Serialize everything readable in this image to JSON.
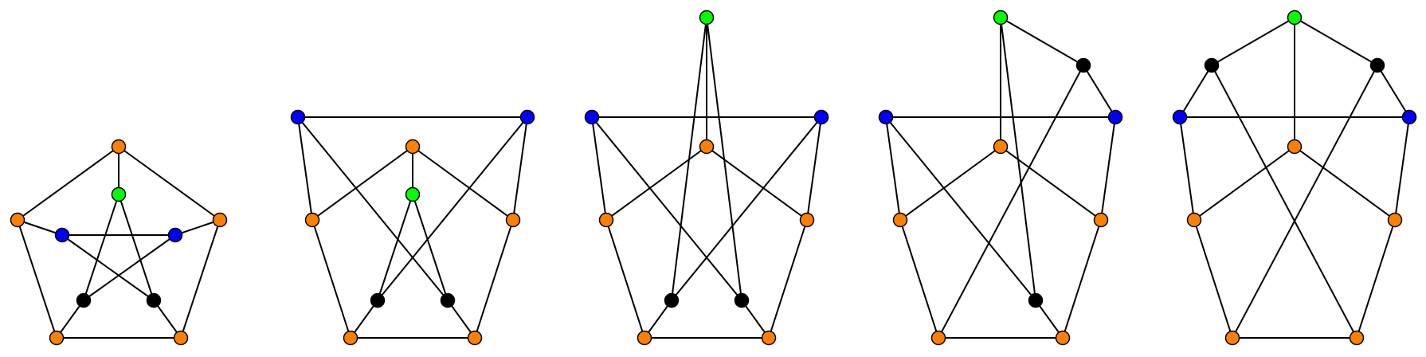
{
  "colors": {
    "orange": "#ff8000",
    "green": "#00ff00",
    "blue": "#0000ff",
    "black": "#000000",
    "edge": "#000000",
    "background": "#ffffff"
  },
  "graphs": [
    {
      "id": "graph-1",
      "nodes": [
        {
          "id": "a",
          "color": "orange"
        },
        {
          "id": "b",
          "color": "orange"
        },
        {
          "id": "c",
          "color": "orange"
        },
        {
          "id": "d",
          "color": "orange"
        },
        {
          "id": "e",
          "color": "orange"
        },
        {
          "id": "g",
          "color": "green"
        },
        {
          "id": "bl",
          "color": "blue"
        },
        {
          "id": "br",
          "color": "blue"
        },
        {
          "id": "kl",
          "color": "black"
        },
        {
          "id": "kr",
          "color": "black"
        }
      ],
      "edges": [
        [
          "a",
          "b"
        ],
        [
          "a",
          "c"
        ],
        [
          "b",
          "d"
        ],
        [
          "c",
          "e"
        ],
        [
          "d",
          "e"
        ],
        [
          "a",
          "g"
        ],
        [
          "b",
          "bl"
        ],
        [
          "c",
          "br"
        ],
        [
          "d",
          "kl"
        ],
        [
          "e",
          "kr"
        ],
        [
          "g",
          "kl"
        ],
        [
          "g",
          "kr"
        ],
        [
          "bl",
          "br"
        ],
        [
          "bl",
          "kr"
        ],
        [
          "br",
          "kl"
        ]
      ]
    },
    {
      "id": "graph-2",
      "nodes": [
        {
          "id": "bl",
          "color": "blue"
        },
        {
          "id": "br",
          "color": "blue"
        },
        {
          "id": "ot",
          "color": "orange"
        },
        {
          "id": "g",
          "color": "green"
        },
        {
          "id": "ol",
          "color": "orange"
        },
        {
          "id": "or",
          "color": "orange"
        },
        {
          "id": "kl",
          "color": "black"
        },
        {
          "id": "kr",
          "color": "black"
        },
        {
          "id": "obl",
          "color": "orange"
        },
        {
          "id": "obr",
          "color": "orange"
        }
      ],
      "edges": [
        [
          "bl",
          "br"
        ],
        [
          "bl",
          "ol"
        ],
        [
          "bl",
          "kr"
        ],
        [
          "br",
          "or"
        ],
        [
          "br",
          "kl"
        ],
        [
          "ot",
          "g"
        ],
        [
          "ot",
          "ol"
        ],
        [
          "ot",
          "or"
        ],
        [
          "g",
          "kl"
        ],
        [
          "g",
          "kr"
        ],
        [
          "ol",
          "obl"
        ],
        [
          "or",
          "obr"
        ],
        [
          "kl",
          "obl"
        ],
        [
          "kr",
          "obr"
        ],
        [
          "obl",
          "obr"
        ]
      ]
    },
    {
      "id": "graph-3",
      "nodes": [
        {
          "id": "g",
          "color": "green"
        },
        {
          "id": "bl",
          "color": "blue"
        },
        {
          "id": "br",
          "color": "blue"
        },
        {
          "id": "ot",
          "color": "orange"
        },
        {
          "id": "ol",
          "color": "orange"
        },
        {
          "id": "or",
          "color": "orange"
        },
        {
          "id": "kl",
          "color": "black"
        },
        {
          "id": "kr",
          "color": "black"
        },
        {
          "id": "obl",
          "color": "orange"
        },
        {
          "id": "obr",
          "color": "orange"
        }
      ],
      "edges": [
        [
          "g",
          "ot"
        ],
        [
          "g",
          "kl"
        ],
        [
          "g",
          "kr"
        ],
        [
          "bl",
          "br"
        ],
        [
          "bl",
          "ol"
        ],
        [
          "bl",
          "kr"
        ],
        [
          "br",
          "or"
        ],
        [
          "br",
          "kl"
        ],
        [
          "ot",
          "ol"
        ],
        [
          "ot",
          "or"
        ],
        [
          "ol",
          "obl"
        ],
        [
          "or",
          "obr"
        ],
        [
          "kl",
          "obl"
        ],
        [
          "kr",
          "obr"
        ],
        [
          "obl",
          "obr"
        ]
      ]
    },
    {
      "id": "graph-4",
      "nodes": [
        {
          "id": "g",
          "color": "green"
        },
        {
          "id": "kt",
          "color": "black"
        },
        {
          "id": "bl",
          "color": "blue"
        },
        {
          "id": "br",
          "color": "blue"
        },
        {
          "id": "ot",
          "color": "orange"
        },
        {
          "id": "ol",
          "color": "orange"
        },
        {
          "id": "or",
          "color": "orange"
        },
        {
          "id": "kr",
          "color": "black"
        },
        {
          "id": "obl",
          "color": "orange"
        },
        {
          "id": "obr",
          "color": "orange"
        }
      ],
      "edges": [
        [
          "g",
          "ot"
        ],
        [
          "g",
          "kt"
        ],
        [
          "g",
          "kr"
        ],
        [
          "kt",
          "br"
        ],
        [
          "kt",
          "obl"
        ],
        [
          "bl",
          "br"
        ],
        [
          "bl",
          "ol"
        ],
        [
          "bl",
          "kr"
        ],
        [
          "br",
          "or"
        ],
        [
          "ot",
          "ol"
        ],
        [
          "ot",
          "or"
        ],
        [
          "ol",
          "obl"
        ],
        [
          "or",
          "obr"
        ],
        [
          "kr",
          "obr"
        ],
        [
          "obl",
          "obr"
        ]
      ]
    },
    {
      "id": "graph-5",
      "nodes": [
        {
          "id": "g",
          "color": "green"
        },
        {
          "id": "kl",
          "color": "black"
        },
        {
          "id": "kr",
          "color": "black"
        },
        {
          "id": "bl",
          "color": "blue"
        },
        {
          "id": "br",
          "color": "blue"
        },
        {
          "id": "ot",
          "color": "orange"
        },
        {
          "id": "ol",
          "color": "orange"
        },
        {
          "id": "or",
          "color": "orange"
        },
        {
          "id": "obl",
          "color": "orange"
        },
        {
          "id": "obr",
          "color": "orange"
        }
      ],
      "edges": [
        [
          "g",
          "kl"
        ],
        [
          "g",
          "kr"
        ],
        [
          "g",
          "ot"
        ],
        [
          "kl",
          "bl"
        ],
        [
          "kl",
          "obr"
        ],
        [
          "kr",
          "br"
        ],
        [
          "kr",
          "obl"
        ],
        [
          "bl",
          "br"
        ],
        [
          "bl",
          "ol"
        ],
        [
          "br",
          "or"
        ],
        [
          "ot",
          "ol"
        ],
        [
          "ot",
          "or"
        ],
        [
          "ol",
          "obl"
        ],
        [
          "or",
          "obr"
        ],
        [
          "obl",
          "obr"
        ]
      ]
    }
  ]
}
